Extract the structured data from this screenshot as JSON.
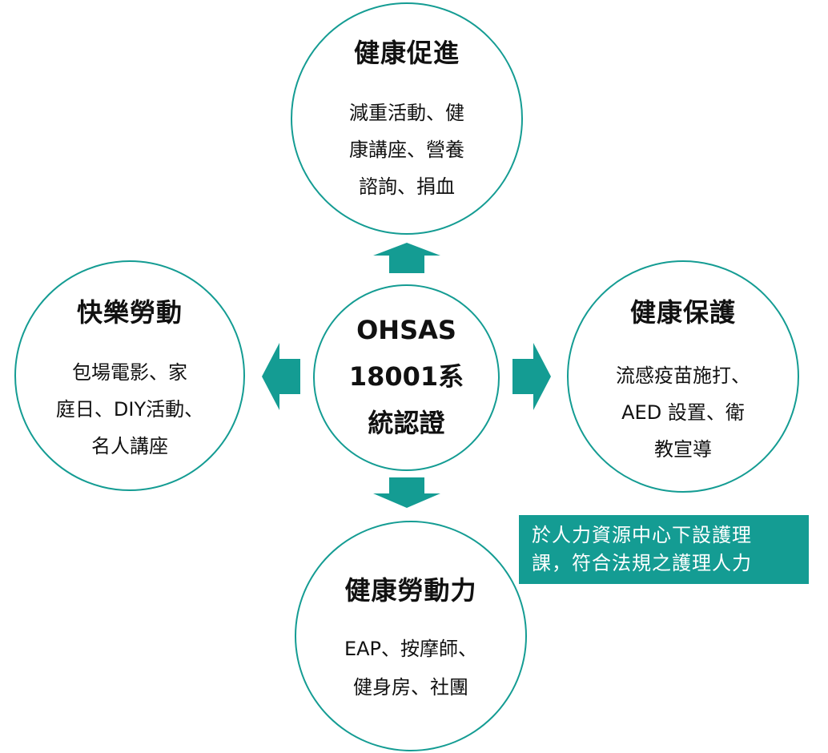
{
  "colors": {
    "teal": "#149c93",
    "text": "#111111",
    "background": "#ffffff"
  },
  "center": {
    "lines": [
      "OHSAS",
      "18001系",
      "統認證"
    ]
  },
  "top": {
    "title": "健康促進",
    "lines": [
      "減重活動、健",
      "康講座、營養",
      "諮詢、捐血"
    ]
  },
  "left": {
    "title": "快樂勞動",
    "lines": [
      "包場電影、家",
      "庭日、DIY活動、",
      "名人講座"
    ]
  },
  "right": {
    "title": "健康保護",
    "lines": [
      "流感疫苗施打、",
      "AED 設置、衛",
      "教宣導"
    ]
  },
  "bottom": {
    "title": "健康勞動力",
    "lines": [
      "EAP、按摩師、",
      "健身房、社團"
    ]
  },
  "note": {
    "lines": [
      "於人力資源中心下設護理",
      "課，符合法規之護理人力"
    ]
  }
}
